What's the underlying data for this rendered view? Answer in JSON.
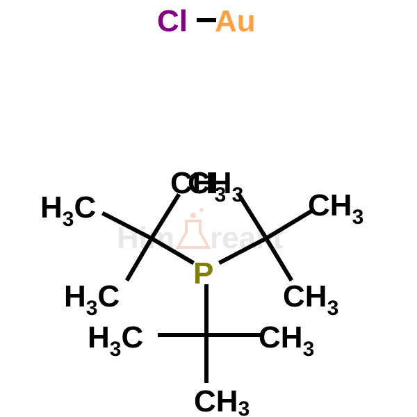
{
  "colors": {
    "bond": "#000000",
    "carbon": "#000000",
    "phosphorus": "#808000",
    "chlorine": "#800080",
    "gold": "#ffa040",
    "watermark_gray": "#e6e6e6",
    "watermark_accent": "#f5d5cc"
  },
  "watermark": {
    "left": "Him",
    "right": "reakt",
    "icon": "flask-icon"
  },
  "salt": {
    "chlorine": "Cl",
    "gold": "Au"
  },
  "phosphorus": {
    "symbol": "P"
  },
  "methyls": [
    {
      "element": "C",
      "hydrogen": "H",
      "count": "3",
      "orientation": "left"
    },
    {
      "element": "C",
      "hydrogen": "H",
      "count": "3",
      "orientation": "left"
    },
    {
      "element": "C",
      "hydrogen": "H",
      "count": "3",
      "orientation": "right"
    },
    {
      "element": "C",
      "hydrogen": "H",
      "count": "3",
      "orientation": "right"
    },
    {
      "element": "C",
      "hydrogen": "H",
      "count": "3",
      "orientation": "right"
    },
    {
      "element": "C",
      "hydrogen": "H",
      "count": "3",
      "orientation": "right"
    },
    {
      "element": "C",
      "hydrogen": "H",
      "count": "3",
      "orientation": "left"
    },
    {
      "element": "C",
      "hydrogen": "H",
      "count": "3",
      "orientation": "right"
    },
    {
      "element": "C",
      "hydrogen": "H",
      "count": "3",
      "orientation": "right"
    }
  ]
}
